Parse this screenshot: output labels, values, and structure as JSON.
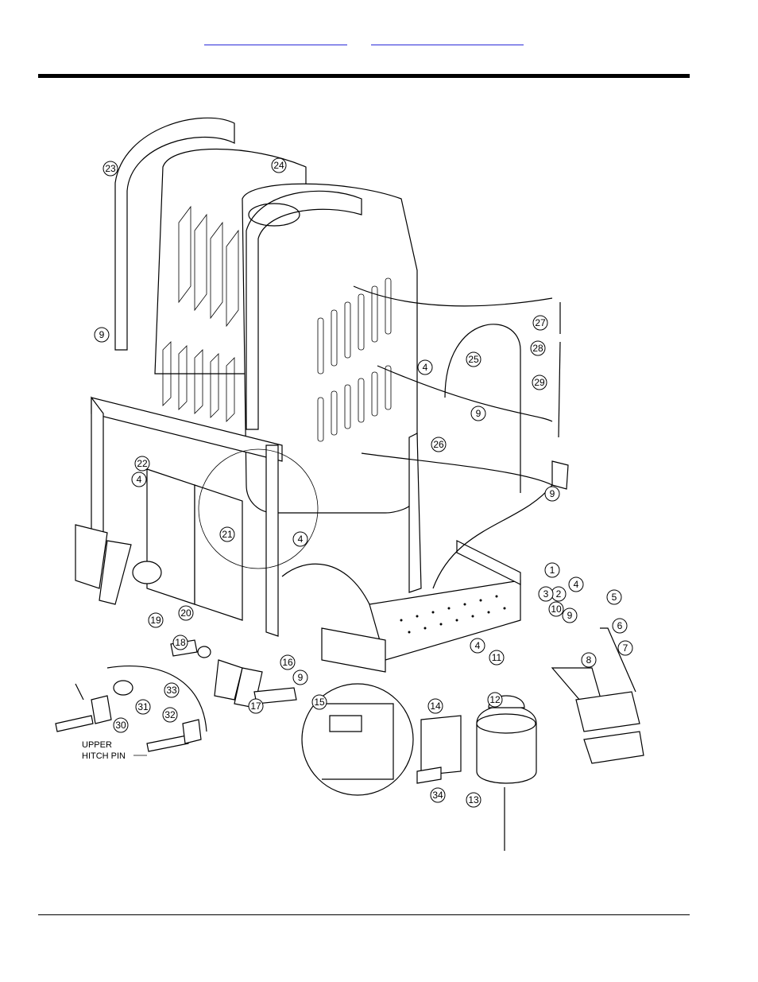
{
  "header": {
    "links": [
      {
        "label": ""
      },
      {
        "label": ""
      }
    ]
  },
  "diagram": {
    "callouts": [
      "1",
      "2",
      "3",
      "4",
      "5",
      "6",
      "7",
      "8",
      "9",
      "10",
      "11",
      "12",
      "13",
      "14",
      "15",
      "16",
      "17",
      "18",
      "19",
      "20",
      "21",
      "22",
      "23",
      "24",
      "25",
      "26",
      "27",
      "28",
      "29",
      "30",
      "31",
      "32",
      "33",
      "34"
    ],
    "text_label_line1": "UPPER",
    "text_label_line2": "HITCH PIN"
  }
}
